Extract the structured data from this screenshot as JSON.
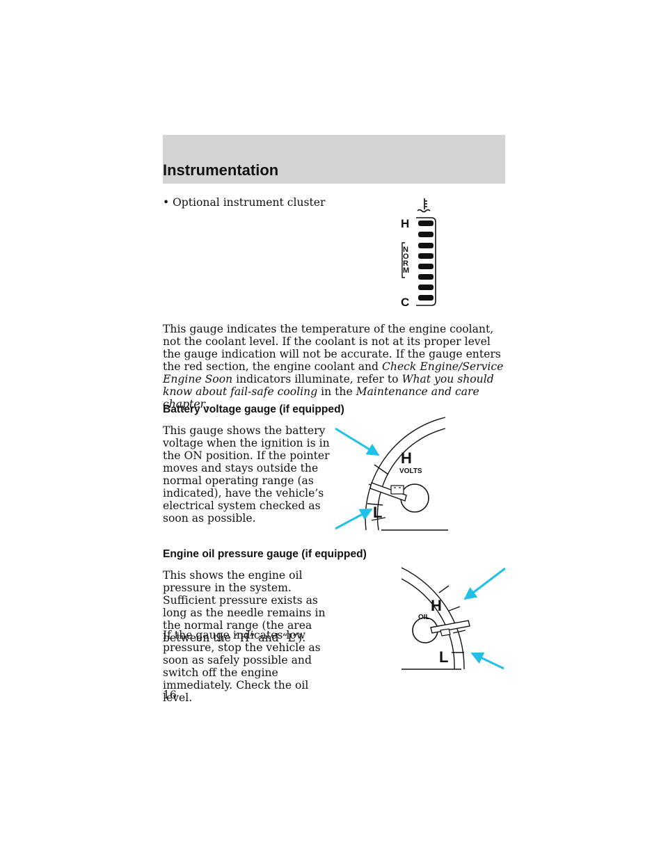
{
  "header": {
    "title": "Instrumentation"
  },
  "bullet": {
    "symbol": "•",
    "text": "Optional instrument cluster"
  },
  "temp_gauge": {
    "label_h": "H",
    "label_c": "C",
    "label_norm": [
      "N",
      "O",
      "R",
      "M"
    ]
  },
  "temp_paragraph": {
    "p1": "This gauge indicates the temperature of the engine coolant, not the coolant level. If the coolant is not at its proper level the gauge indication will not be accurate. If the gauge enters the red section, the engine coolant and ",
    "em1": "Check Engine/Service Engine Soon",
    "p2": " indicators illuminate, refer to ",
    "em2": "What you should know about fail-safe cooling",
    "p3": " in the ",
    "em3": "Maintenance and care chapter",
    "p4": "."
  },
  "battery": {
    "heading": "Battery voltage gauge (if equipped)",
    "text": "This gauge shows the battery voltage when the ignition is in the ON position. If the pointer moves and stays outside the normal operating range (as indicated), have the vehicle’s electrical system checked as soon as possible.",
    "gauge_h": "H",
    "gauge_l": "L",
    "gauge_label": "VOLTS"
  },
  "oil": {
    "heading": "Engine oil pressure gauge (if equipped)",
    "text1": "This shows the engine oil pressure in the system. Sufficient pressure exists as long as the needle remains in the normal range (the area between the “H” and “L”).",
    "text2": "If the gauge indicates low pressure, stop the vehicle as soon as safely possible and switch off the engine immediately. Check the oil level.",
    "gauge_h": "H",
    "gauge_l": "L",
    "gauge_label": "OIL"
  },
  "page_number": "16",
  "colors": {
    "header_band": "#d3d3d3",
    "arrow": "#1fc1e6"
  }
}
